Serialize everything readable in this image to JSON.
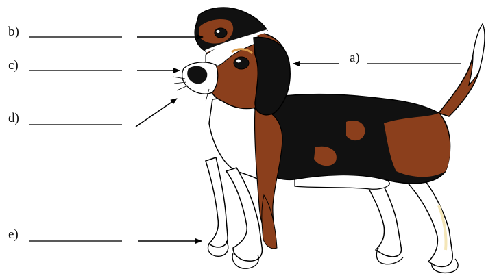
{
  "labels": {
    "a": "a)",
    "b": "b)",
    "c": "c)",
    "d": "d)",
    "e": "e)"
  },
  "colors": {
    "black_fur": "#111111",
    "brown_fur": "#8b3f1c",
    "white_fur": "#ffffff",
    "outline": "#000000",
    "shadow": "#f4e6b8"
  },
  "icon": "beagle-dog-illustration"
}
